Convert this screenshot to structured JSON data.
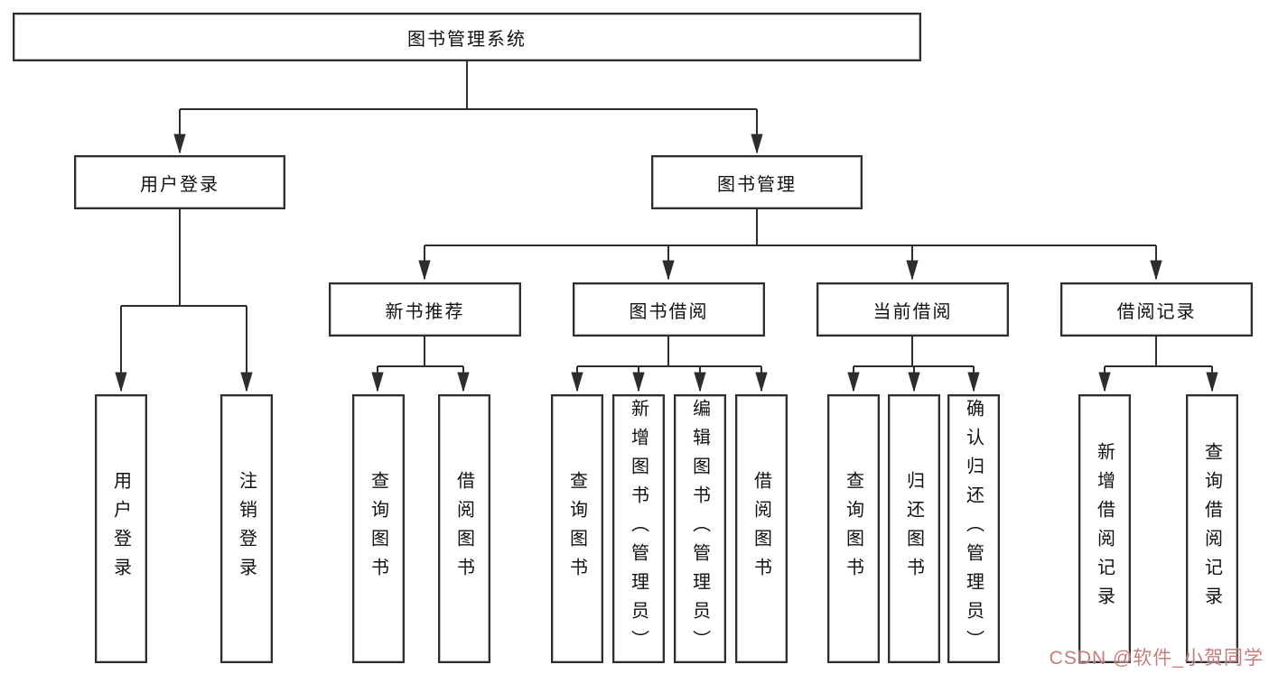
{
  "diagram": {
    "title": "图书管理系统",
    "level2": [
      {
        "label": "用户登录"
      },
      {
        "label": "图书管理"
      }
    ],
    "level3": [
      {
        "label": "新书推荐"
      },
      {
        "label": "图书借阅"
      },
      {
        "label": "当前借阅"
      },
      {
        "label": "借阅记录"
      }
    ],
    "leaves": {
      "user_login": [
        "用户登录",
        "注销登录"
      ],
      "new_book": [
        "查询图书",
        "借阅图书"
      ],
      "book_borrow": [
        "查询图书",
        "新增图书（管理员）",
        "编辑图书（管理员）",
        "借阅图书"
      ],
      "current_borrow": [
        "查询图书",
        "归还图书",
        "确认归还（管理员）"
      ],
      "borrow_records": [
        "新增借阅记录",
        "查询借阅记录"
      ]
    }
  },
  "watermark": {
    "text": "CSDN @软件_小贺同学",
    "color": "#c57575"
  },
  "colors": {
    "line": "#2d2d2d",
    "box_border": "#2d2d2d",
    "background": "#ffffff",
    "text": "#111111"
  }
}
